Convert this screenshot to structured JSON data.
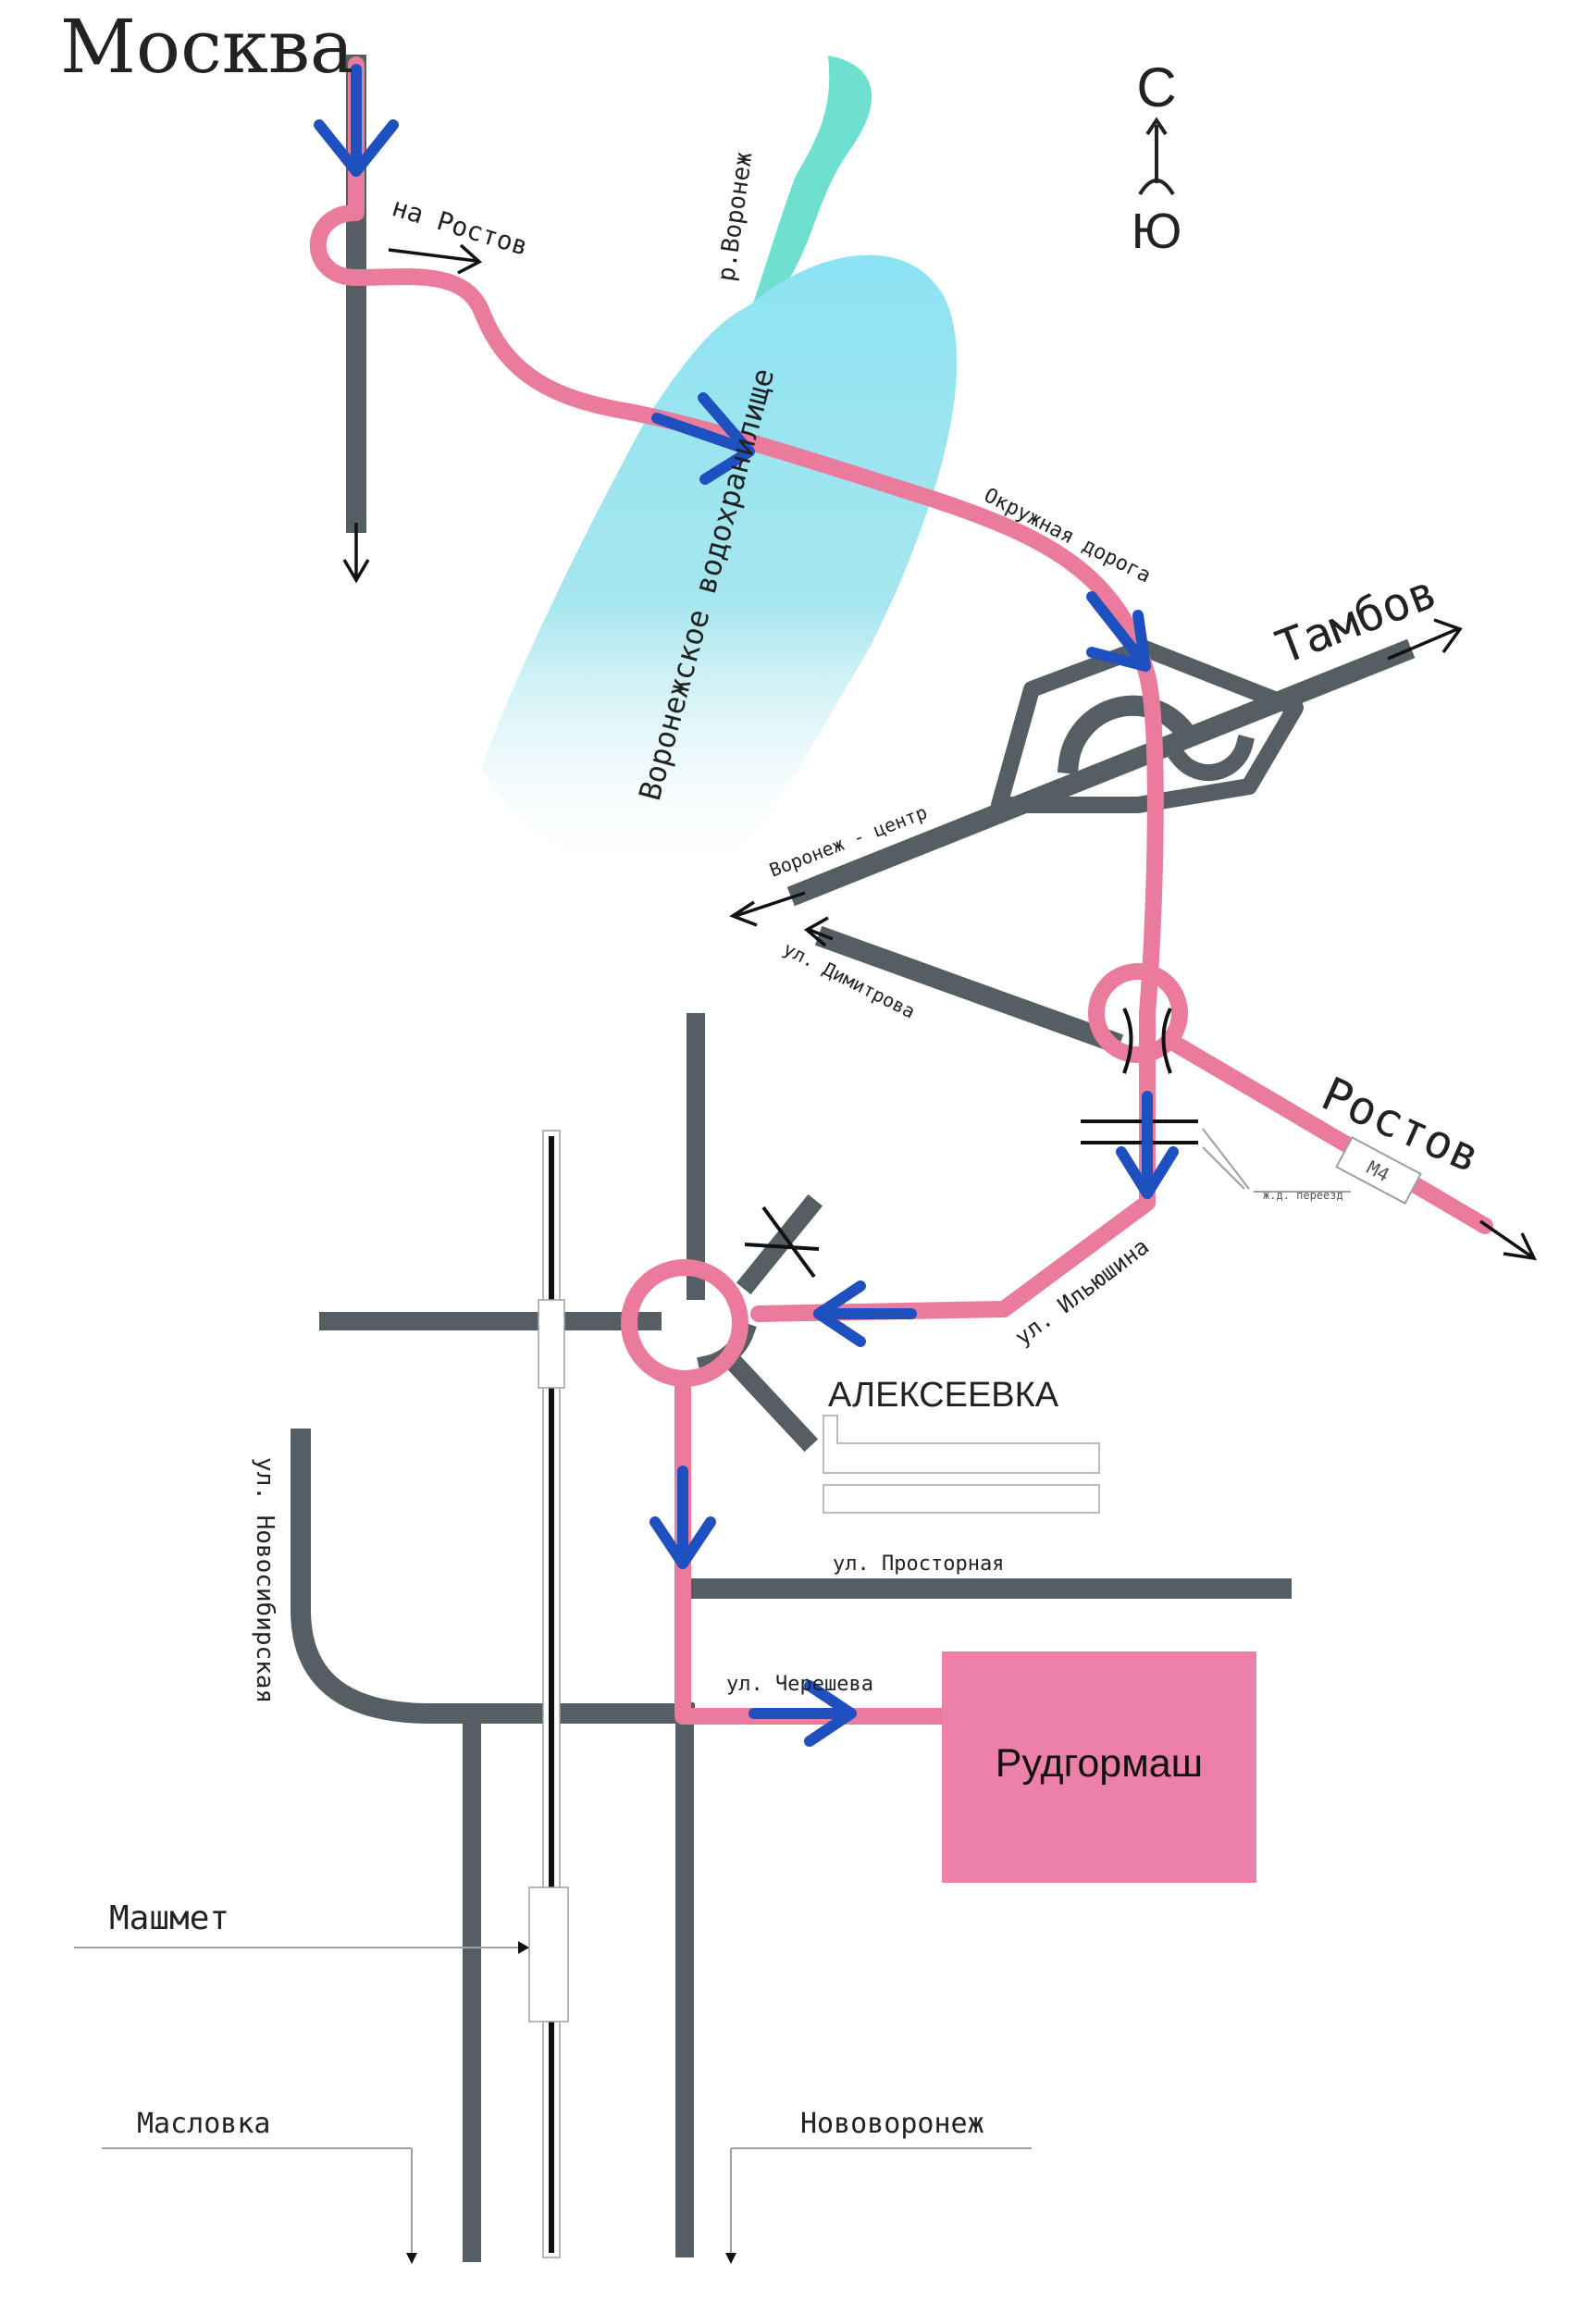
{
  "cities": {
    "moskva": "Москва",
    "tambov": "Тамбов",
    "rostov_main": "Ростов",
    "alekseevka": "АЛЕКСЕЕВКА"
  },
  "compass": {
    "north": "С",
    "south": "Ю"
  },
  "water": {
    "river": "р.Воронеж",
    "reservoir": "Воронежское водохранилище"
  },
  "roads": {
    "na_rostov": "на Ростов",
    "ring_road": "Окружная дорога",
    "voronezh_center": "Воронеж - центр",
    "dimitrova": "ул. Димитрова",
    "ilyushina": "ул. Ильюшина",
    "prostornaya": "ул. Просторная",
    "chertsheva": "ул. Черешева",
    "novosibirskaya": "ул. Новосибирская",
    "rail_crossing": "ж.д. переезд",
    "m4": "М4"
  },
  "places": {
    "rudgormash": "Рудгормаш",
    "mashmet": "Машмет",
    "maslovka": "Масловка",
    "novovoronezh": "Нововоронеж"
  },
  "colors": {
    "route": "#ea7b9c",
    "road": "#555e63",
    "direction_arrow": "#1f50c0",
    "water_river": "#6fe0cf",
    "water_reservoir": "#8ee4f1",
    "rudgormash_fill": "#ec80a8"
  }
}
